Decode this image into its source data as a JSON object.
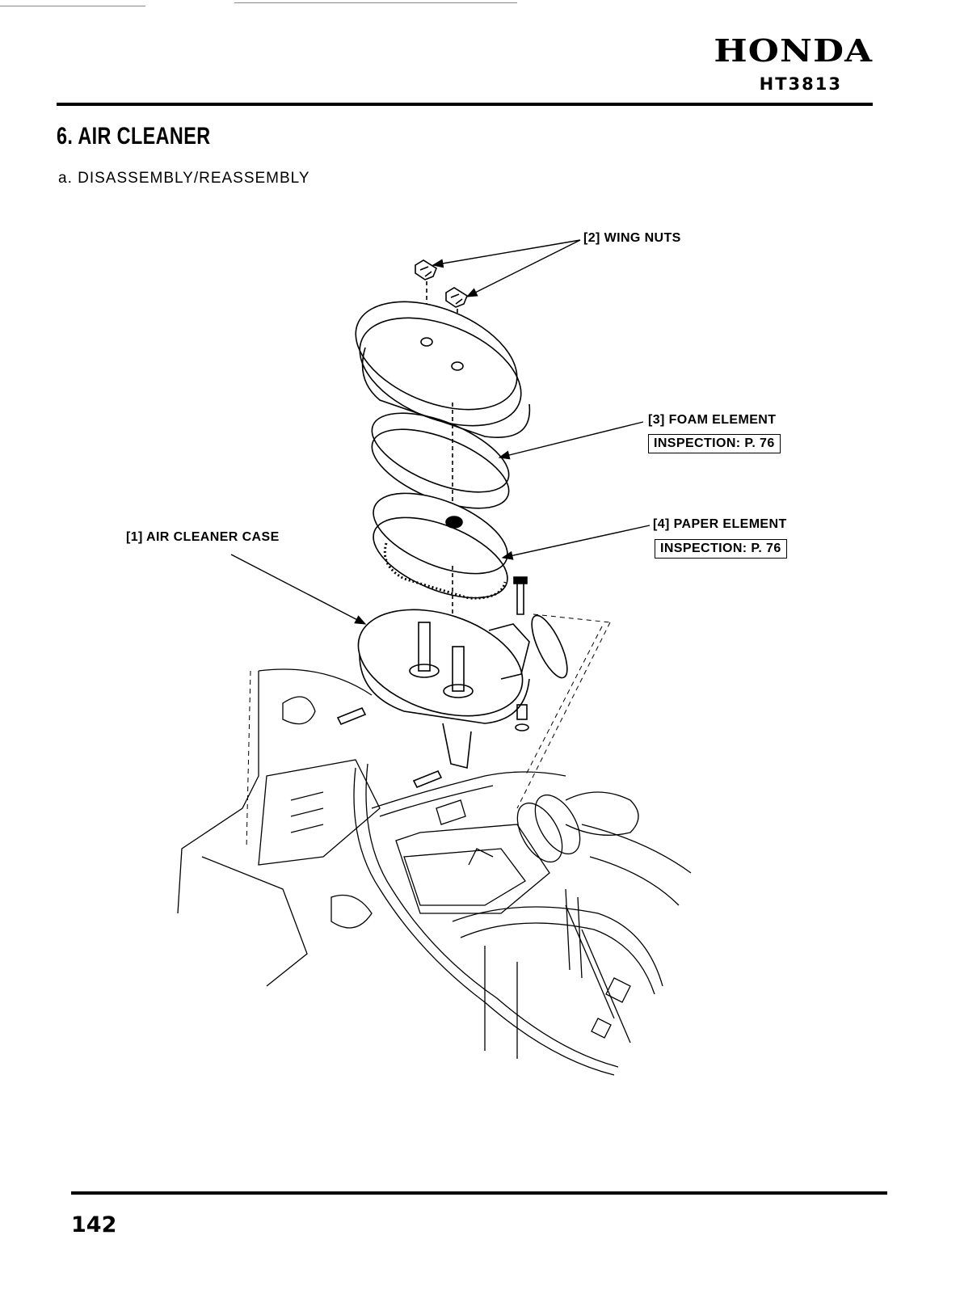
{
  "header": {
    "brand": "HONDA",
    "model": "HT3813"
  },
  "section": {
    "title": "6. AIR CLEANER",
    "subtitle": "a. DISASSEMBLY/REASSEMBLY"
  },
  "callouts": {
    "air_cleaner_case": "[1] AIR CLEANER CASE",
    "wing_nuts": "[2] WING NUTS",
    "foam_element": "[3] FOAM ELEMENT",
    "foam_inspection": "INSPECTION: P. 76",
    "paper_element": "[4] PAPER ELEMENT",
    "paper_inspection": "INSPECTION: P. 76"
  },
  "footer": {
    "page_number": "142"
  }
}
